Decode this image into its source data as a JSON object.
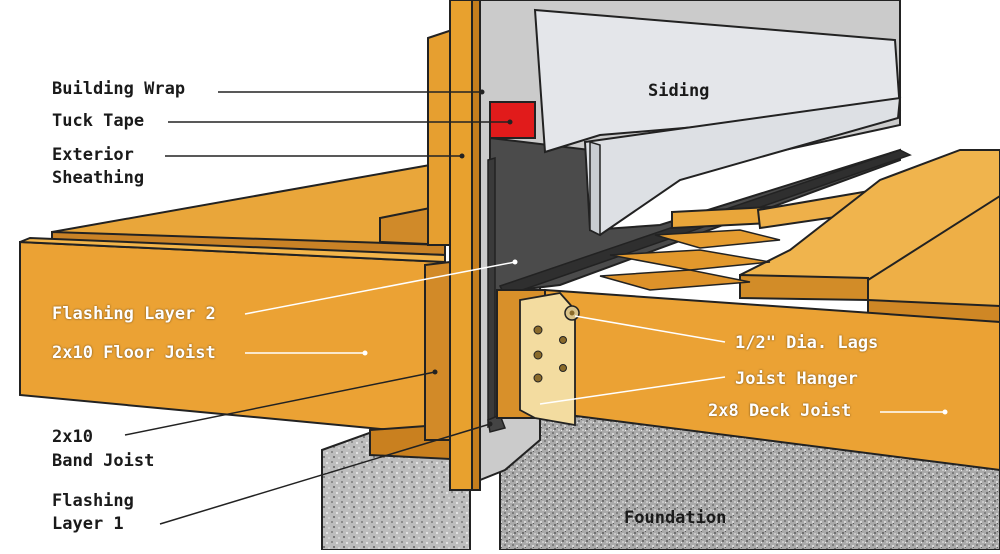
{
  "diagram": {
    "labels": {
      "building_wrap": "Building Wrap",
      "tuck_tape": "Tuck Tape",
      "exterior_sheathing_1": "Exterior",
      "exterior_sheathing_2": "Sheathing",
      "siding": "Siding",
      "flashing_layer_2": "Flashing Layer 2",
      "floor_joist": "2x10 Floor Joist",
      "band_joist_1": "2x10",
      "band_joist_2": "Band Joist",
      "flashing_layer_1_1": "Flashing",
      "flashing_layer_1_2": "Layer 1",
      "lags": "1/2\" Dia. Lags",
      "joist_hanger": "Joist Hanger",
      "deck_joist": "2x8 Deck Joist",
      "foundation": "Foundation"
    },
    "colors": {
      "lumber": "#e8a12e",
      "lumber_dark": "#c7801f",
      "lumber_light": "#f0b447",
      "sheathing_gray": "#c9c9c9",
      "membrane_dark": "#4a4a4a",
      "tuck_tape": "#e11b1b",
      "siding": "#e4e6ea",
      "foundation": "#a9a9a9",
      "hanger": "#f3dca0"
    }
  }
}
